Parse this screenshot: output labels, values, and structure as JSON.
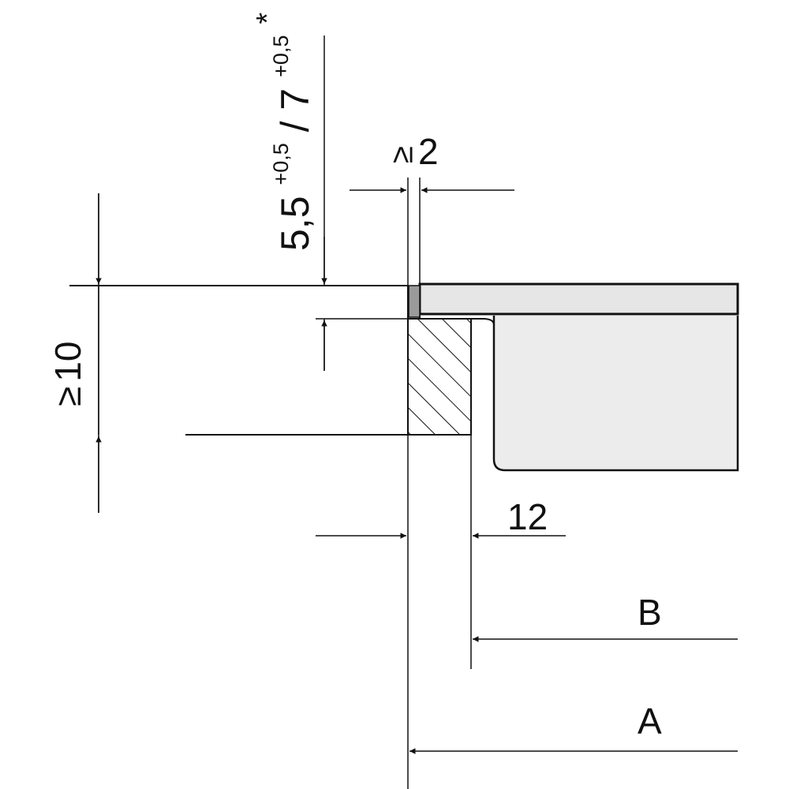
{
  "labels": {
    "dim_ge2_sym": "≥",
    "dim_ge2_val": "2",
    "dim_ge10_sym": "≥",
    "dim_ge10_val": "10",
    "dim_12": "12",
    "label_b": "B",
    "label_a": "A",
    "depth_base": "5,5",
    "depth_base_tol": "+0,5",
    "depth_sep": " / ",
    "depth_alt": "7",
    "depth_alt_tol": "+0,5",
    "depth_note_mark": "*"
  },
  "colors": {
    "line": "#111111",
    "hob_fill": "#e6e6e6",
    "hob_fill_light": "#ececec",
    "seal_gray": "#9a9a9a"
  }
}
